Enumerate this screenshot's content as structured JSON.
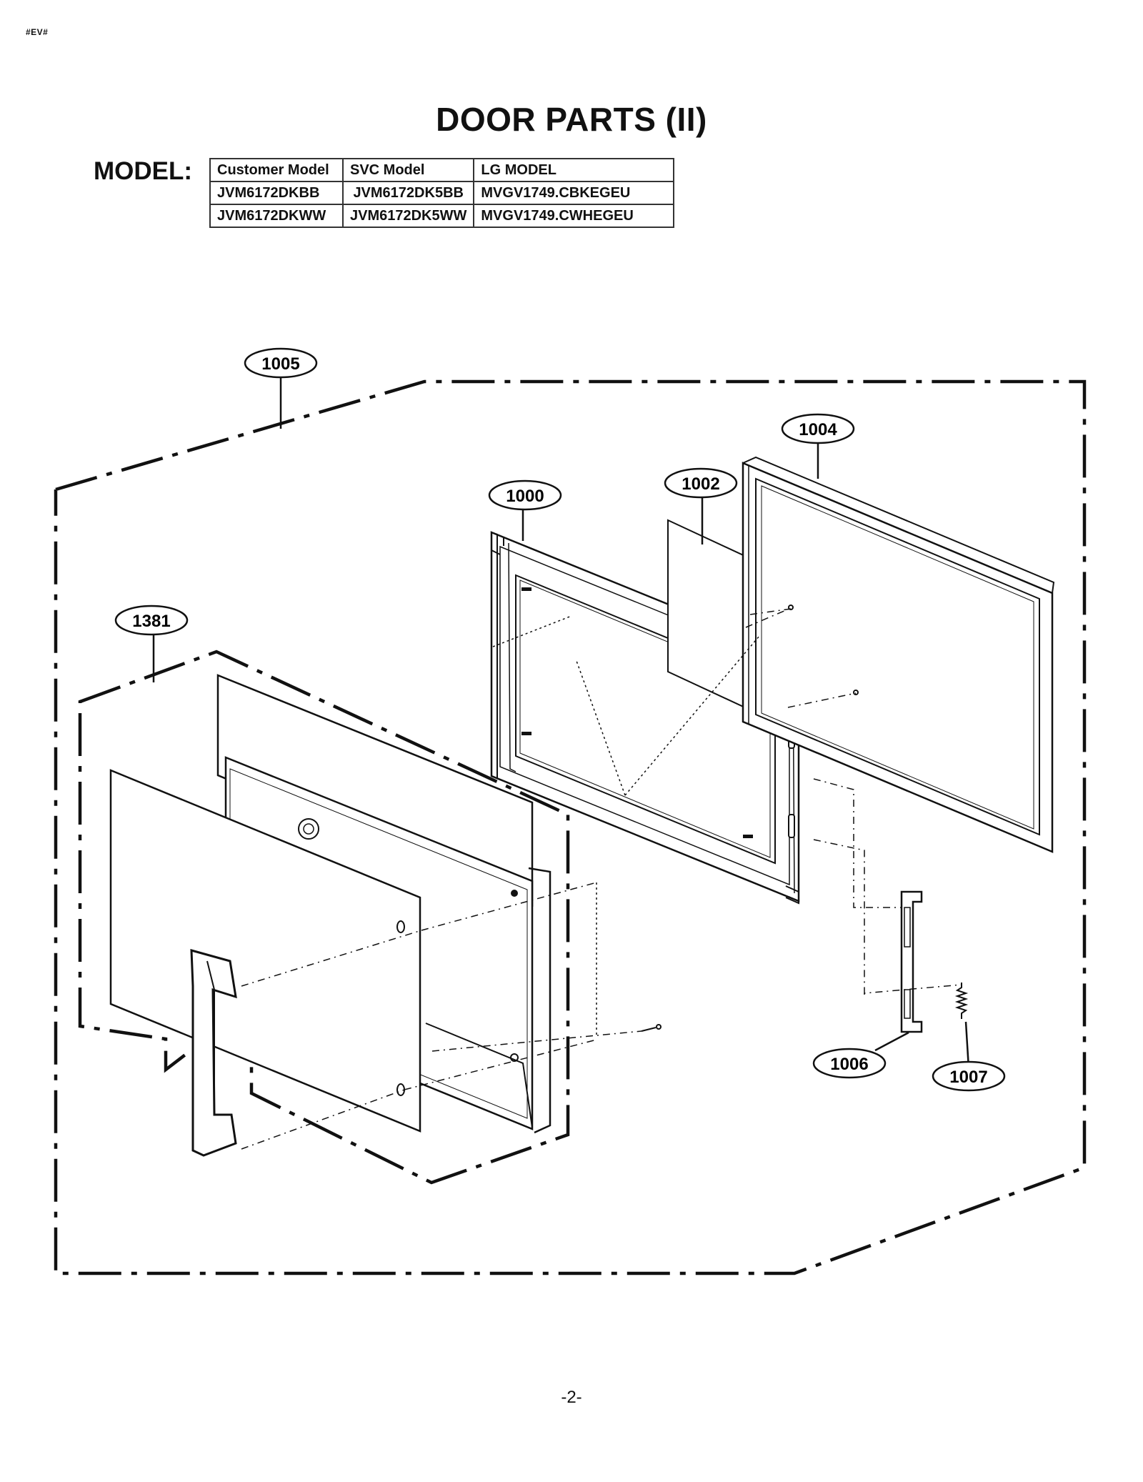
{
  "doc_tag": "#EV#",
  "title": "DOOR PARTS (II)",
  "model_label": "MODEL:",
  "model_table": {
    "headers": [
      "Customer Model",
      "SVC Model",
      "LG MODEL"
    ],
    "rows": [
      [
        "JVM6172DKBB",
        "JVM6172DK5BB",
        "MVGV1749.CBKEGEU"
      ],
      [
        "JVM6172DKWW",
        "JVM6172DK5WW",
        "MVGV1749.CWHEGEU"
      ]
    ]
  },
  "callouts": {
    "c1005": "1005",
    "c1004": "1004",
    "c1002": "1002",
    "c1000": "1000",
    "c1381": "1381",
    "c1006": "1006",
    "c1007": "1007"
  },
  "page_number": "-2-"
}
